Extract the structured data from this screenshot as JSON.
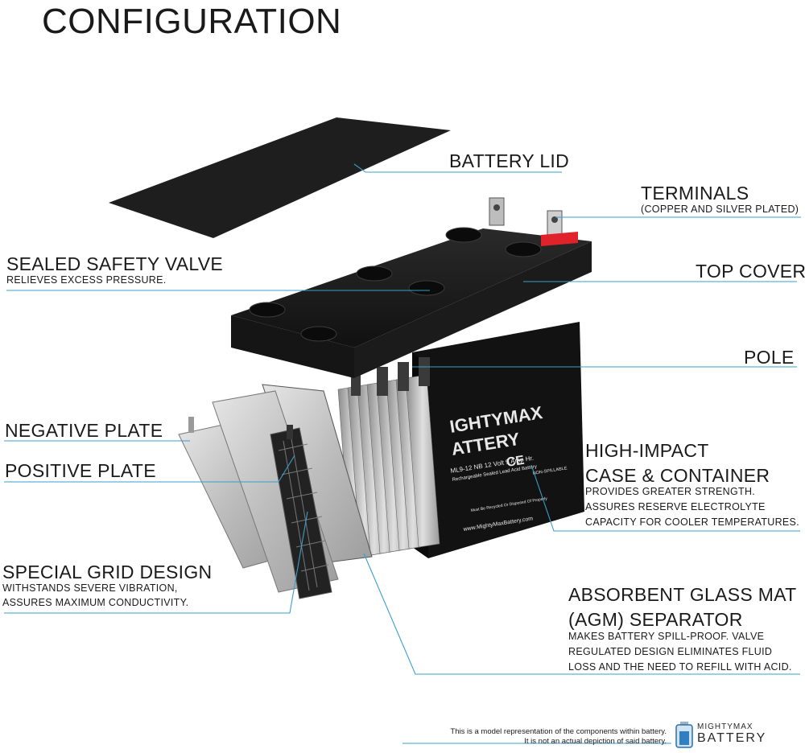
{
  "title": "CONFIGURATION",
  "labels": {
    "battery_lid": "BATTERY LID",
    "terminals": "TERMINALS",
    "terminals_sub": "(COPPER AND SILVER PLATED)",
    "sealed_valve": "SEALED SAFETY VALVE",
    "sealed_valve_sub": "RELIEVES EXCESS PRESSURE.",
    "top_cover": "TOP COVER",
    "pole": "POLE",
    "negative_plate": "NEGATIVE PLATE",
    "positive_plate": "POSITIVE PLATE",
    "case_line1": "HIGH-IMPACT",
    "case_line2": "CASE & CONTAINER",
    "case_sub1": "PROVIDES GREATER STRENGTH.",
    "case_sub2": "ASSURES RESERVE ELECTROLYTE",
    "case_sub3": "CAPACITY FOR COOLER TEMPERATURES.",
    "grid": "SPECIAL GRID DESIGN",
    "grid_sub1": "WITHSTANDS SEVERE VIBRATION,",
    "grid_sub2": "ASSURES MAXIMUM CONDUCTIVITY.",
    "agm_line1": "ABSORBENT GLASS MAT",
    "agm_line2": "(AGM) SEPARATOR",
    "agm_sub1": "MAKES BATTERY SPILL-PROOF. VALVE",
    "agm_sub2": "REGULATED DESIGN ELIMINATES FLUID",
    "agm_sub3": "LOSS AND THE NEED TO REFILL WITH ACID."
  },
  "battery_print": {
    "brand_line1": "IGHTYMAX",
    "brand_line2": "ATTERY",
    "model": "ML9-12 NB  12 Volt 9 Amp Hr.",
    "desc": "Rechargeable Sealed Lead Acid Battery",
    "website": "www.MightyMaxBattery.com",
    "non_spillable": "NON-SPILLABLE",
    "recycle": "Must Be Recycled Or Disposed Of Properly"
  },
  "disclaimer": {
    "line1": "This is a model representation of the components within battery.",
    "line2": "It is not an actual depiction of said battery."
  },
  "logo": {
    "line1": "MIGHTYMAX",
    "line2": "BATTERY"
  },
  "colors": {
    "leader": "#3a9fc9",
    "case": "#161616",
    "terminal_red": "#e0222a",
    "plate": "#c9c9c9"
  }
}
